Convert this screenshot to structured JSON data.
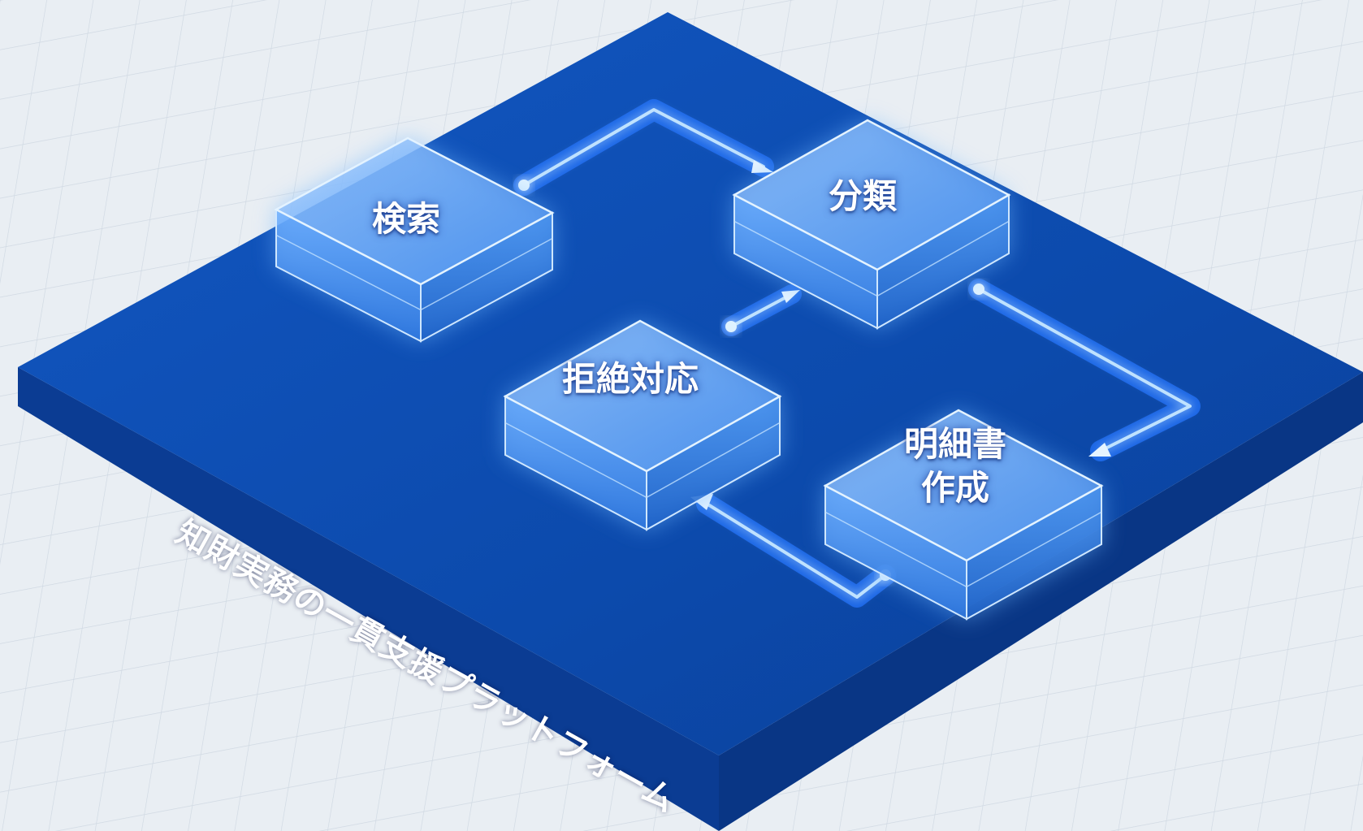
{
  "platform": {
    "label": "知財実務の一貫支援プラットフォーム"
  },
  "steps": [
    {
      "id": "search",
      "lines": [
        "検索"
      ]
    },
    {
      "id": "classify",
      "lines": [
        "分類"
      ]
    },
    {
      "id": "rejection",
      "lines": [
        "拒絶対応"
      ]
    },
    {
      "id": "specification",
      "lines": [
        "明細書",
        "作成"
      ]
    }
  ],
  "colors": {
    "background": "#e9eef3",
    "platform_top": "#0d4fb5",
    "platform_side": "#0a3b8e",
    "box_glass": "#5fa8ff",
    "flow_light": "#bfe2ff"
  }
}
